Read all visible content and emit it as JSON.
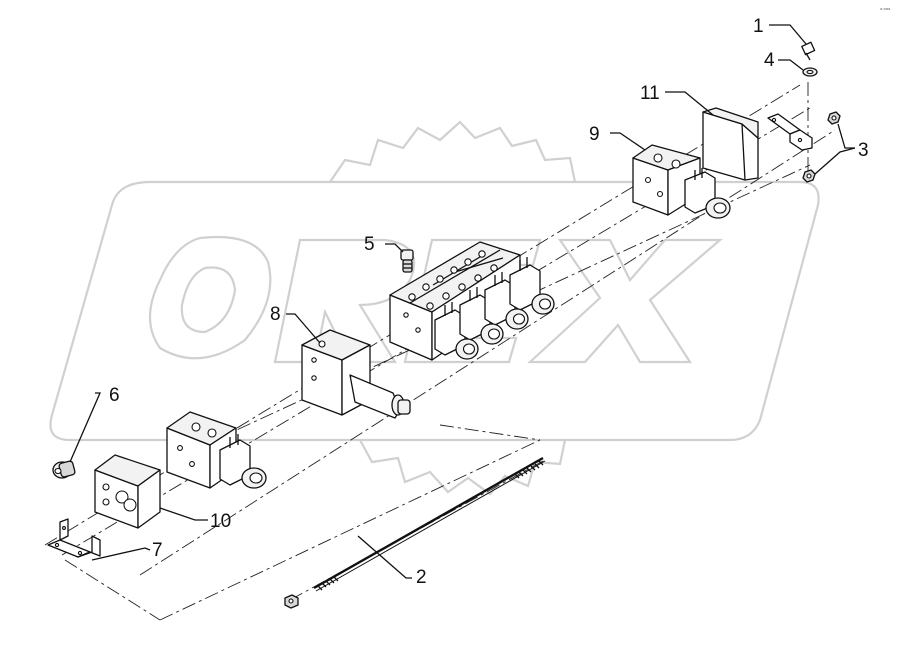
{
  "diagram": {
    "type": "exploded parts drawing",
    "watermark": "OREX",
    "corner_tag": "a·aaa",
    "callouts": [
      {
        "id": "c1",
        "label": "1"
      },
      {
        "id": "c2",
        "label": "2"
      },
      {
        "id": "c3",
        "label": "3"
      },
      {
        "id": "c4",
        "label": "4"
      },
      {
        "id": "c5",
        "label": "5"
      },
      {
        "id": "c6",
        "label": "6"
      },
      {
        "id": "c7",
        "label": "7"
      },
      {
        "id": "c8",
        "label": "8"
      },
      {
        "id": "c9",
        "label": "9"
      },
      {
        "id": "c10",
        "label": "10"
      },
      {
        "id": "c11",
        "label": "11"
      }
    ]
  }
}
